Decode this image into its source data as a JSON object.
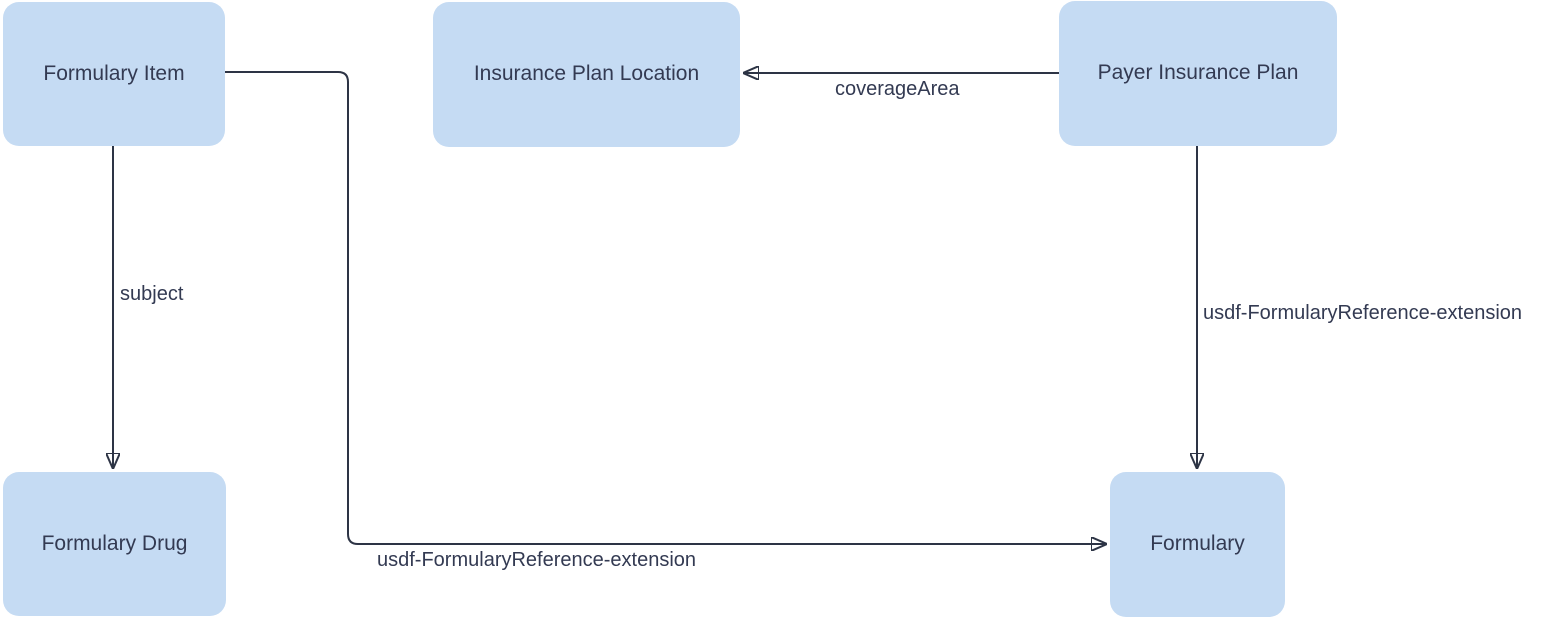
{
  "diagram": {
    "type": "entity-relationship",
    "nodes": [
      {
        "id": "formulary-item",
        "label": "Formulary Item"
      },
      {
        "id": "insurance-plan-location",
        "label": "Insurance Plan Location"
      },
      {
        "id": "payer-insurance-plan",
        "label": "Payer Insurance Plan"
      },
      {
        "id": "formulary-drug",
        "label": "Formulary Drug"
      },
      {
        "id": "formulary",
        "label": "Formulary"
      }
    ],
    "edges": [
      {
        "label": "subject",
        "from": "Formulary Item",
        "to": "Formulary Drug"
      },
      {
        "label": "coverageArea",
        "from": "Payer Insurance Plan",
        "to": "Insurance Plan Location"
      },
      {
        "label": "usdf-FormularyReference-extension",
        "from": "Formulary Item",
        "to": "Formulary"
      },
      {
        "label": "usdf-FormularyReference-extension",
        "from": "Payer Insurance Plan",
        "to": "Formulary"
      }
    ],
    "colors": {
      "node_fill": "#c5dbf3",
      "edge_stroke": "#2d3445",
      "text": "#333a52",
      "background": "#ffffff"
    }
  }
}
